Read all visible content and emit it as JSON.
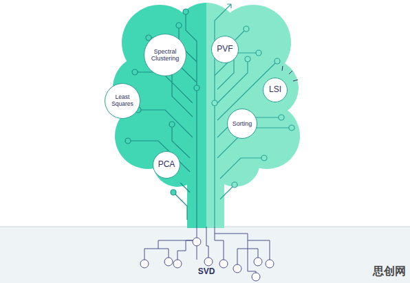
{
  "diagram": {
    "nodes": [
      {
        "text": [
          "Spectral Clustering"
        ]
      },
      {
        "text": [
          "PVF"
        ]
      },
      {
        "text": [
          "Least Squares"
        ]
      },
      {
        "text": [
          "LSI"
        ]
      },
      {
        "text": [
          "Sorting"
        ]
      },
      {
        "text": [
          "PCA"
        ]
      }
    ],
    "labels": [
      "SVD",
      "思创网"
    ]
  }
}
